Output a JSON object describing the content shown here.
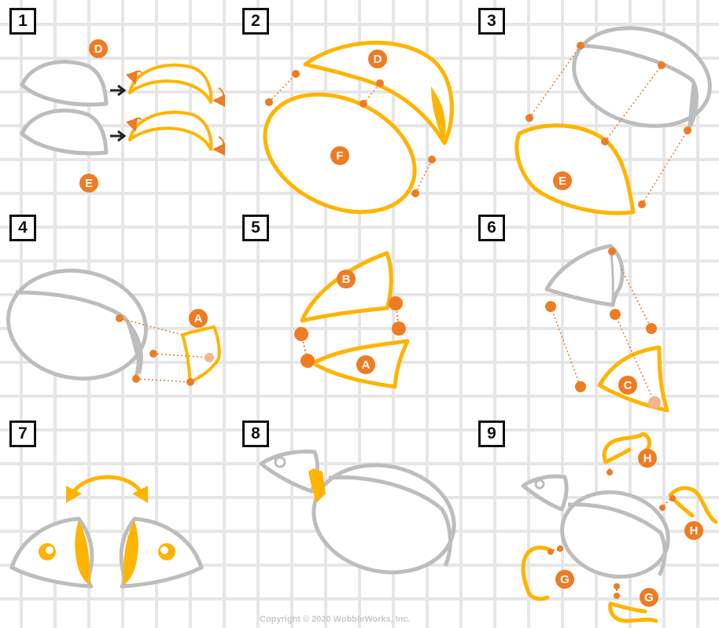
{
  "steps": [
    "1",
    "2",
    "3",
    "4",
    "5",
    "6",
    "7",
    "8",
    "9"
  ],
  "labels": {
    "a": "A",
    "b": "B",
    "c": "C",
    "d": "D",
    "e": "E",
    "f": "F",
    "g": "G",
    "h": "H"
  },
  "copyright": "Copyright © 2020 WobbleWorks, Inc.",
  "colors": {
    "gray": "#bdbdbd",
    "orange": "#ffb400",
    "dot": "#ef7b22",
    "text": "#111111"
  }
}
